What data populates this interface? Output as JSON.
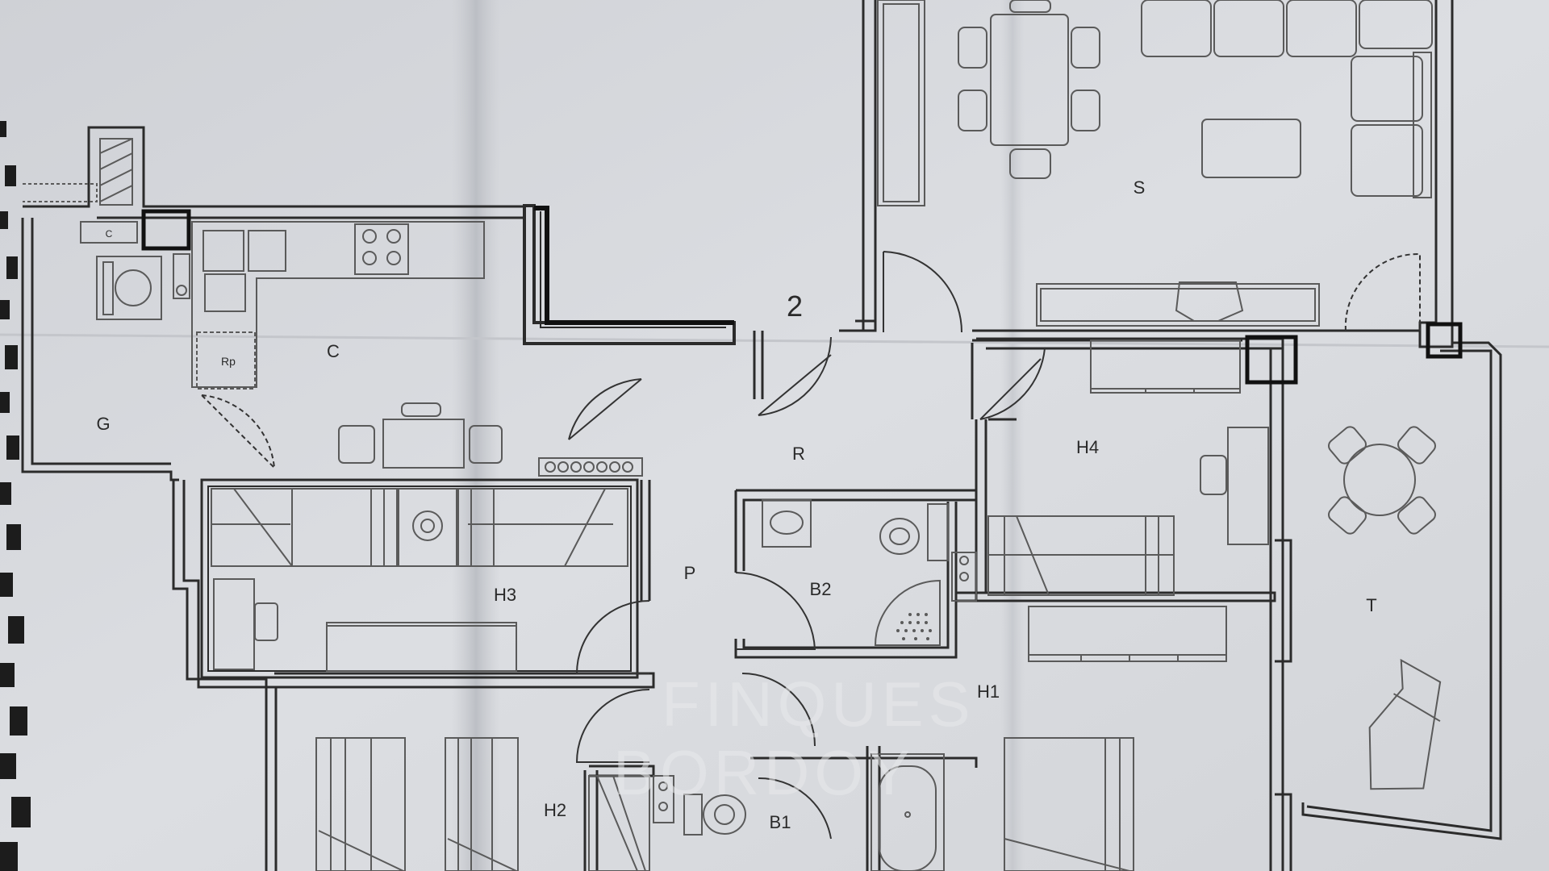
{
  "plan": {
    "floor_number": "2",
    "rooms": {
      "G": "G",
      "C": "C",
      "Rp": "Rp",
      "C_small": "C",
      "S": "S",
      "R": "R",
      "P": "P",
      "H1": "H1",
      "H2": "H2",
      "H3": "H3",
      "H4": "H4",
      "B1": "B1",
      "B2": "B2",
      "T": "T"
    },
    "watermark": {
      "line1": "FINQUES",
      "line2": "BORDOY"
    },
    "colors": {
      "paper": "#d4d6da",
      "paper_light": "#e2e4e7",
      "wall": "#2b2b2b",
      "furniture": "#5a5a5a",
      "binding": "#1a1a1a"
    }
  }
}
